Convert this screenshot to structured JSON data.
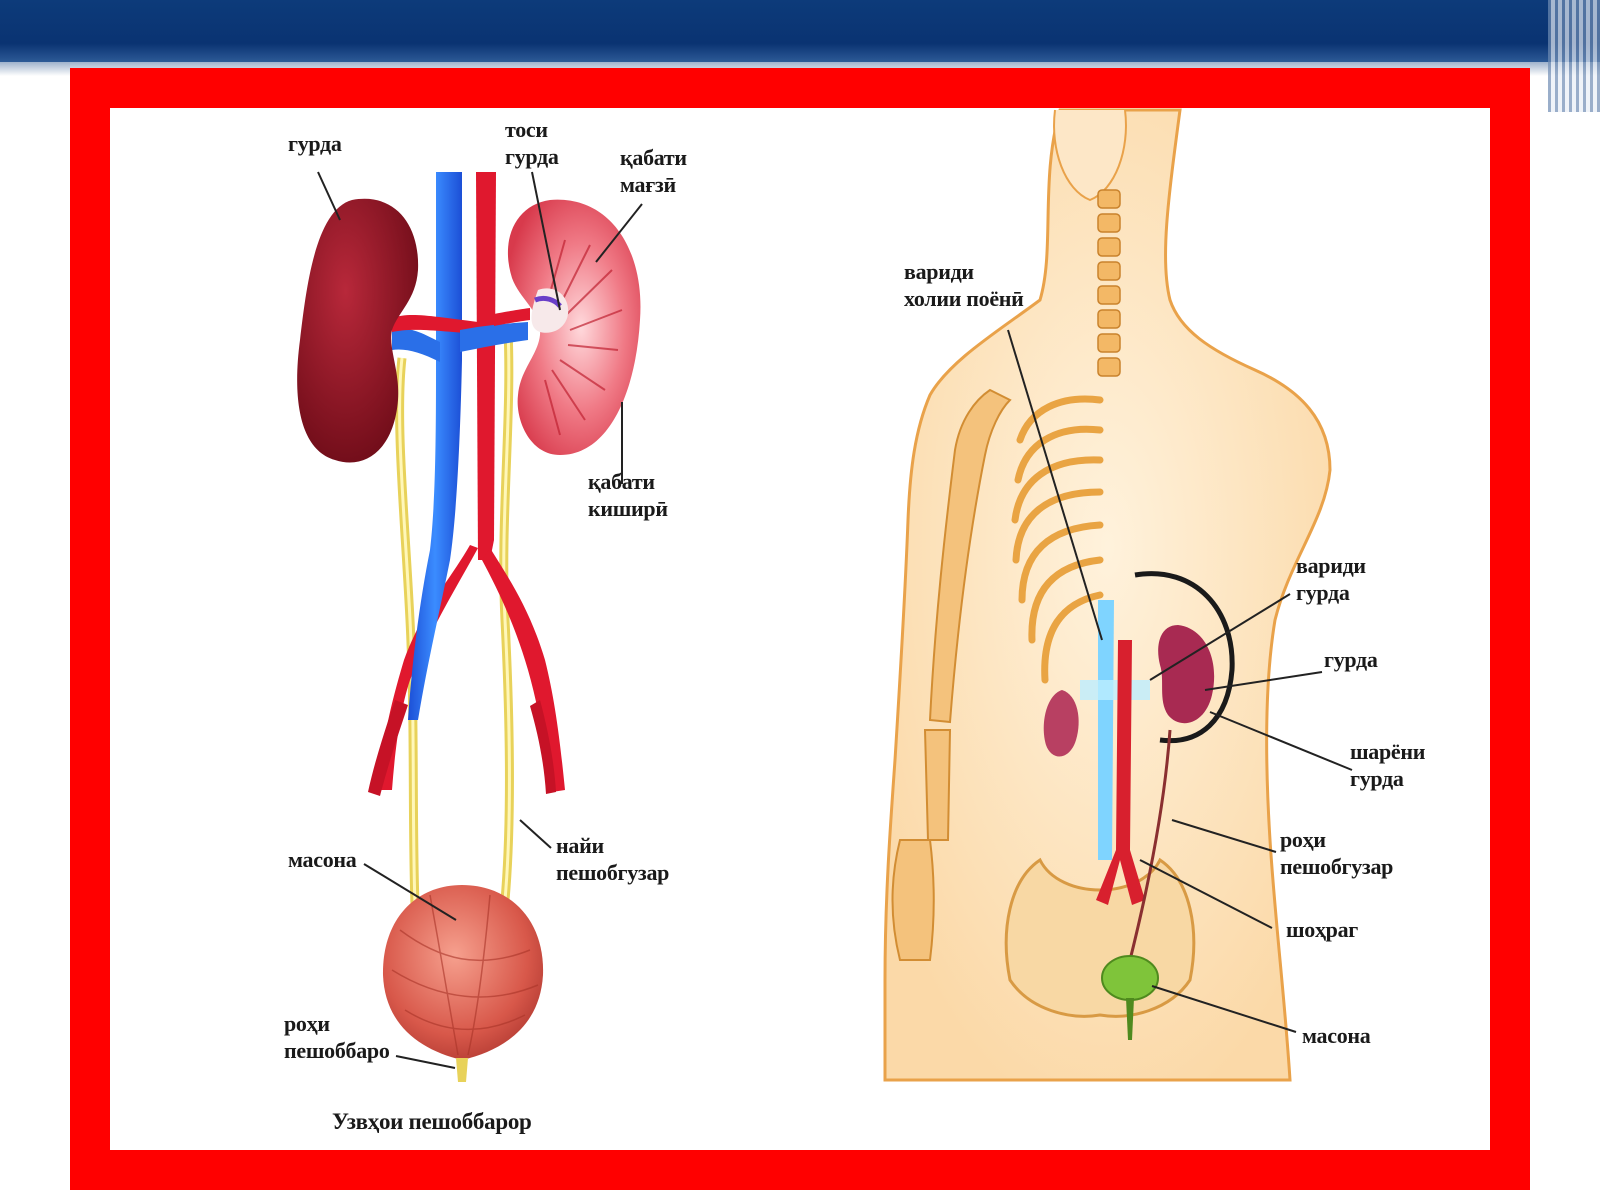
{
  "labels": {
    "kidney_left": "гурда",
    "renal_pelvis": "тоси\nгурда",
    "medulla": "қабати\nмағзӣ",
    "cortex": "қабати\nкиширӣ",
    "ureter": "найи\nпешобгузар",
    "bladder_left": "масона",
    "urethra": "роҳи\nпешоббаро",
    "caption": "Узвҳои пешоббарор",
    "vena_cava": "вариди\nхолии поёнӣ",
    "renal_vein": "вариди\nгурда",
    "kidney_right": "гурда",
    "adrenal": "шарёни\nгурда",
    "ureter_right": "роҳи\nпешобгузар",
    "aorta": "шоҳраг",
    "bladder_right": "масона"
  },
  "colors": {
    "top_bar": "#0d3b7a",
    "frame": "#ff0000",
    "vein": "#1e6ff0",
    "artery": "#e0182e",
    "kidney_dark": "#8e1424",
    "ureter": "#f2e27a",
    "bone": "#f3c27a",
    "bladder_right": "#7fc43a"
  }
}
